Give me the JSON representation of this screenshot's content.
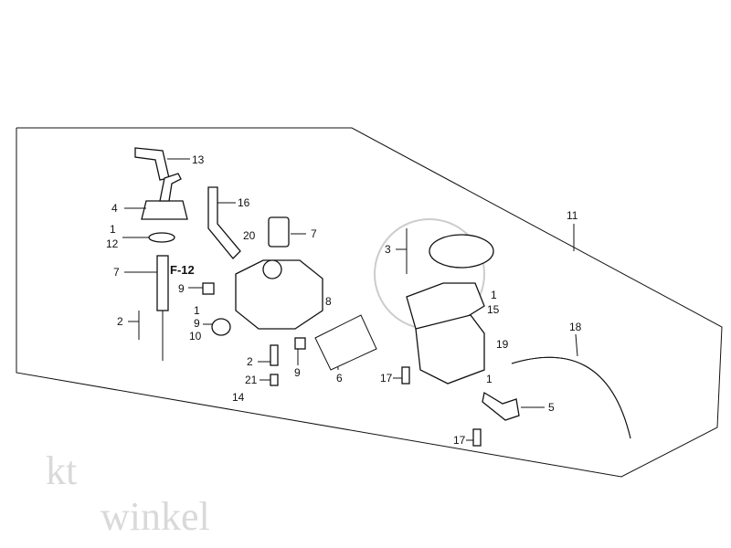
{
  "diagram": {
    "ref_label": "F-12",
    "callouts": [
      "13",
      "4",
      "16",
      "1",
      "12",
      "7",
      "20",
      "7",
      "9",
      "2",
      "1",
      "9",
      "10",
      "2",
      "21",
      "14",
      "9",
      "8",
      "6",
      "3",
      "11",
      "1",
      "15",
      "18",
      "19",
      "17",
      "1",
      "5",
      "17"
    ],
    "watermark": [
      "kt",
      "winkel"
    ]
  }
}
